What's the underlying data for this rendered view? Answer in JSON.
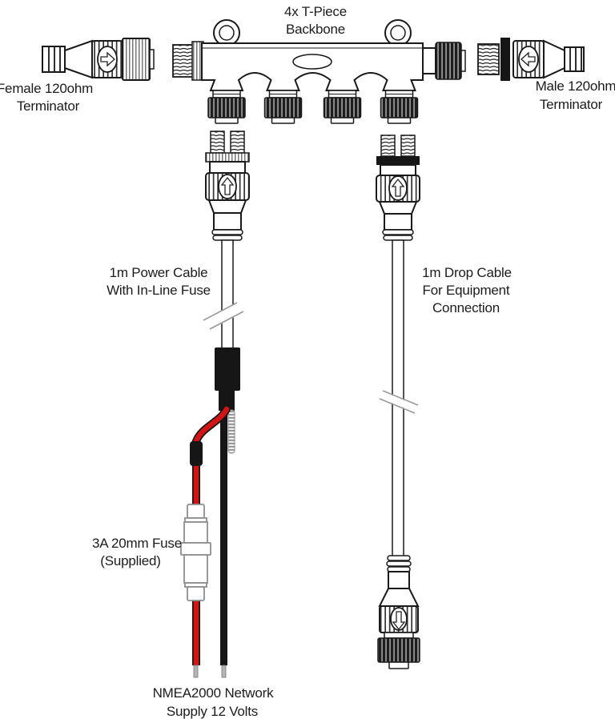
{
  "diagram": {
    "backbone": {
      "label_line1": "4x T-Piece",
      "label_line2": "Backbone"
    },
    "female_terminator": {
      "label_line1": "Female 120ohm",
      "label_line2": "Terminator"
    },
    "male_terminator": {
      "label_line1": "Male 120ohm",
      "label_line2": "Terminator"
    },
    "power_cable": {
      "label_line1": "1m Power Cable",
      "label_line2": "With In-Line Fuse"
    },
    "drop_cable": {
      "label_line1": "1m Drop Cable",
      "label_line2": "For Equipment",
      "label_line3": "Connection"
    },
    "fuse": {
      "label_line1": "3A 20mm Fuse",
      "label_line2": "(Supplied)"
    },
    "supply": {
      "label_line1": "NMEA2000 Network",
      "label_line2": "Supply 12 Volts"
    },
    "colors": {
      "outline": "#1a1a1a",
      "wire_red": "#d31414",
      "wire_black": "#161616",
      "fuse_outline": "#8e8e8e",
      "break_mark": "#999999",
      "background": "#ffffff"
    }
  }
}
